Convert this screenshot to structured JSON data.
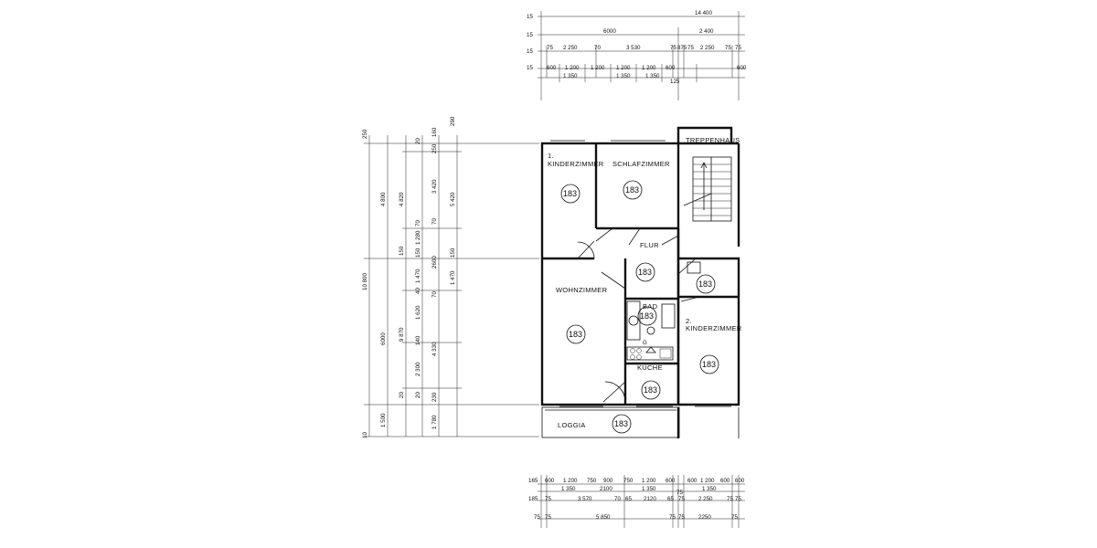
{
  "rooms": {
    "kinder1_num": "1.",
    "kinder1": "KINDERZIMMER",
    "schlaf": "SCHLAFZIMMER",
    "treppe": "TREPPENHAUS",
    "flur": "FLUR",
    "wohn": "WOHNZIMMER",
    "bad": "BAD",
    "kueche": "KÜCHE",
    "kinder2_num": "2.",
    "kinder2": "KINDERZIMMER",
    "loggia": "LOGGIA"
  },
  "ceiling_height_mark": "183",
  "dims_top": {
    "row1": [
      "14 400"
    ],
    "row2": [
      "6000",
      "2 400"
    ],
    "row3": [
      "75",
      "2 250",
      "70",
      "3 530",
      "75",
      "875",
      "75",
      "2 250",
      "75",
      "75"
    ],
    "row4": [
      "600",
      "1 200",
      "1 200",
      "1 200",
      "1 200",
      "600",
      "600"
    ],
    "row5": [
      "1 350",
      "1 350",
      "1 350",
      "125"
    ],
    "row_labels": [
      "15",
      "15",
      "15",
      "15"
    ]
  },
  "dims_bottom": {
    "row1": [
      "165",
      "600",
      "1 200",
      "750",
      "900",
      "750",
      "1 200",
      "600",
      "600",
      "1 200",
      "600",
      "600"
    ],
    "row2": [
      "1 350",
      "2100",
      "1 350",
      "75",
      "1 350"
    ],
    "row3": [
      "185",
      "75",
      "3 570",
      "70",
      "65",
      "2120",
      "65",
      "75",
      "2 250",
      "75",
      "75"
    ],
    "row4": [
      "75",
      "75",
      "5 850",
      "75",
      "75",
      "2250",
      "75"
    ]
  },
  "dims_left": {
    "col1": [
      "250",
      "10 800",
      "10"
    ],
    "col2": [
      "4 800",
      "6000",
      "1 500"
    ],
    "col3": [
      "4 820",
      "150",
      "9 870",
      "20"
    ],
    "col4": [
      "20",
      "70",
      "1 280",
      "150",
      "1 470",
      "40",
      "1 620",
      "140",
      "2 300",
      "20"
    ],
    "col5": [
      "160",
      "250",
      "3 420",
      "70",
      "2600",
      "70",
      "4 330",
      "230",
      "1 780"
    ],
    "col6": [
      "290",
      "5 420",
      "150",
      "1 470"
    ]
  }
}
